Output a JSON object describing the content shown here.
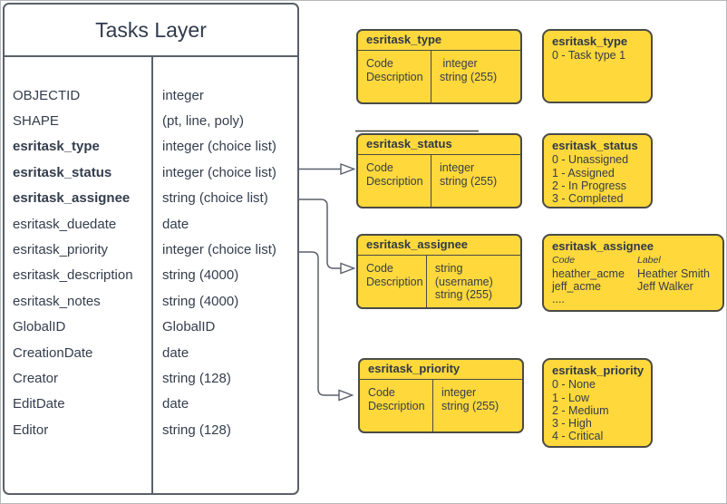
{
  "tasks_layer": {
    "title": "Tasks Layer",
    "fields": [
      {
        "name": "OBJECTID",
        "type": "integer"
      },
      {
        "name": "SHAPE",
        "type": "(pt, line, poly)"
      },
      {
        "name": "esritask_type",
        "type": "integer (choice list)"
      },
      {
        "name": "esritask_status",
        "type": "integer (choice list)"
      },
      {
        "name": "esritask_assignee",
        "type": "string (choice list)"
      },
      {
        "name": "esritask_duedate",
        "type": "date"
      },
      {
        "name": "esritask_priority",
        "type": "integer (choice list)"
      },
      {
        "name": "esritask_description",
        "type": "string (4000)"
      },
      {
        "name": "esritask_notes",
        "type": "string (4000)"
      },
      {
        "name": "GlobalID",
        "type": "GlobalID"
      },
      {
        "name": "CreationDate",
        "type": "date"
      },
      {
        "name": "Creator",
        "type": "string (128)"
      },
      {
        "name": "EditDate",
        "type": "date"
      },
      {
        "name": "Editor",
        "type": "string (128)"
      }
    ]
  },
  "schema_boxes": [
    {
      "title": "esritask_type",
      "rows": [
        {
          "field": "Code",
          "type": " integer"
        },
        {
          "field": "Description",
          "type": "string (255)"
        }
      ]
    },
    {
      "title": "esritask_status",
      "rows": [
        {
          "field": "Code",
          "type": "integer"
        },
        {
          "field": "Description",
          "type": "string (255)"
        }
      ]
    },
    {
      "title": "esritask_assignee",
      "rows": [
        {
          "field": "Code",
          "type": "string  (username)"
        },
        {
          "field": "Description",
          "type": "string (255)"
        }
      ]
    },
    {
      "title": "esritask_priority",
      "rows": [
        {
          "field": "Code",
          "type": "integer"
        },
        {
          "field": "Description",
          "type": "string (255)"
        }
      ]
    }
  ],
  "value_boxes": {
    "type": {
      "title": "esritask_type",
      "items": [
        "0 - Task type 1"
      ]
    },
    "status": {
      "title": "esritask_status",
      "items": [
        "0 - Unassigned",
        "1 - Assigned",
        "2 - In Progress",
        "3 - Completed"
      ]
    },
    "assignee": {
      "title": "esritask_assignee",
      "code_header": "Code",
      "label_header": "Label",
      "entries": [
        {
          "code": "heather_acme",
          "label": "Heather Smith"
        },
        {
          "code": "jeff_acme",
          "label": "Jeff Walker"
        }
      ],
      "more": "...."
    },
    "priority": {
      "title": "esritask_priority",
      "items": [
        "0 - None",
        "1 - Low",
        "2 - Medium",
        "3 - High",
        "4 - Critical"
      ]
    }
  },
  "colors": {
    "box_fill": "#FFD83C",
    "box_border": "#4A4B46",
    "line": "#59606A",
    "text": "#333D4C"
  }
}
